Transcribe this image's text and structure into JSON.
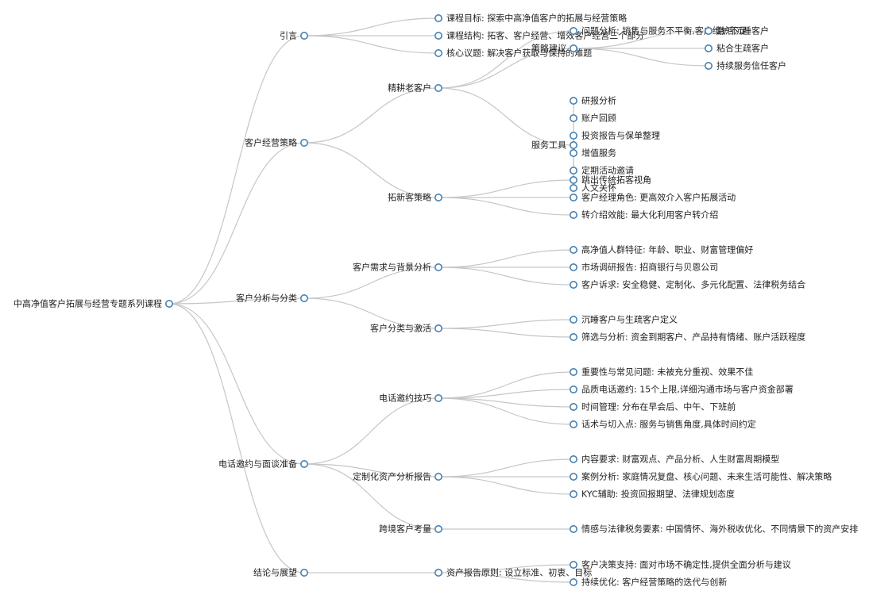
{
  "root": {
    "name": "中高净值客户拓展与经营专题系列课程",
    "children": [
      {
        "name": "引言",
        "children": [
          {
            "name": "课程目标: 探索中高净值客户的拓展与经营策略"
          },
          {
            "name": "课程结构: 拓客、客户经营、增效客户经营三个部分"
          },
          {
            "name": "核心议题: 解决客户获取与保持的难题"
          }
        ]
      },
      {
        "name": "客户经营策略",
        "children": [
          {
            "name": "精耕老客户",
            "children": [
              {
                "name": "问题分析: 销售与服务不平衡,客户维护不足"
              },
              {
                "name": "策略建议",
                "children": [
                  {
                    "name": "激活沉睡客户"
                  },
                  {
                    "name": "粘合生疏客户"
                  },
                  {
                    "name": "持续服务信任客户"
                  }
                ]
              }
            ]
          },
          {
            "name": "服务工具",
            "children": [
              {
                "name": "研报分析"
              },
              {
                "name": "账户回顾"
              },
              {
                "name": "投资报告与保单整理"
              },
              {
                "name": "增值服务"
              },
              {
                "name": "定期活动邀请"
              },
              {
                "name": "人文关怀"
              }
            ]
          },
          {
            "name": "拓新客策略",
            "children": [
              {
                "name": "跳出传统拓客视角"
              },
              {
                "name": "客户经理角色: 更高效介入客户拓展活动"
              },
              {
                "name": "转介绍效能: 最大化利用客户转介绍"
              }
            ]
          }
        ]
      },
      {
        "name": "客户分析与分类",
        "children": [
          {
            "name": "客户需求与背景分析",
            "children": [
              {
                "name": "高净值人群特征: 年龄、职业、财富管理偏好"
              },
              {
                "name": "市场调研报告: 招商银行与贝恩公司"
              },
              {
                "name": "客户诉求: 安全稳健、定制化、多元化配置、法律税务结合"
              }
            ]
          },
          {
            "name": "客户分类与激活",
            "children": [
              {
                "name": "沉睡客户与生疏客户定义"
              },
              {
                "name": "筛选与分析: 资金到期客户、产品持有情绪、账户活跃程度"
              }
            ]
          }
        ]
      },
      {
        "name": "电话邀约与面谈准备",
        "children": [
          {
            "name": "电话邀约技巧",
            "children": [
              {
                "name": "重要性与常见问题: 未被充分重视、效果不佳"
              },
              {
                "name": "品质电话邀约: 15个上限,详细沟通市场与客户资金部署"
              },
              {
                "name": "时间管理: 分布在早会后、中午、下班前"
              },
              {
                "name": "话术与切入点: 服务与销售角度,具体时间约定"
              }
            ]
          },
          {
            "name": "定制化资产分析报告",
            "children": [
              {
                "name": "内容要求: 财富观点、产品分析、人生财富周期模型"
              },
              {
                "name": "案例分析: 家庭情况复盘、核心问题、未来生活可能性、解决策略"
              },
              {
                "name": "KYC辅助: 投资回报期望、法律规划态度"
              }
            ]
          },
          {
            "name": "跨境客户考量",
            "children": [
              {
                "name": "情感与法律税务要素: 中国情怀、海外税收优化、不同情景下的资产安排"
              }
            ]
          }
        ]
      },
      {
        "name": "结论与展望",
        "children": [
          {
            "name": "资产报告原则: 设立标准、初衷、目标"
          },
          {
            "name": "客户决策支持: 面对市场不确定性,提供全面分析与建议"
          },
          {
            "name": "持续优化: 客户经营策略的迭代与创新"
          }
        ]
      }
    ]
  },
  "colors": {
    "link": "#c6c6c6",
    "node_stroke": "#4682b4",
    "node_fill": "#ffffff",
    "text": "#222222"
  }
}
